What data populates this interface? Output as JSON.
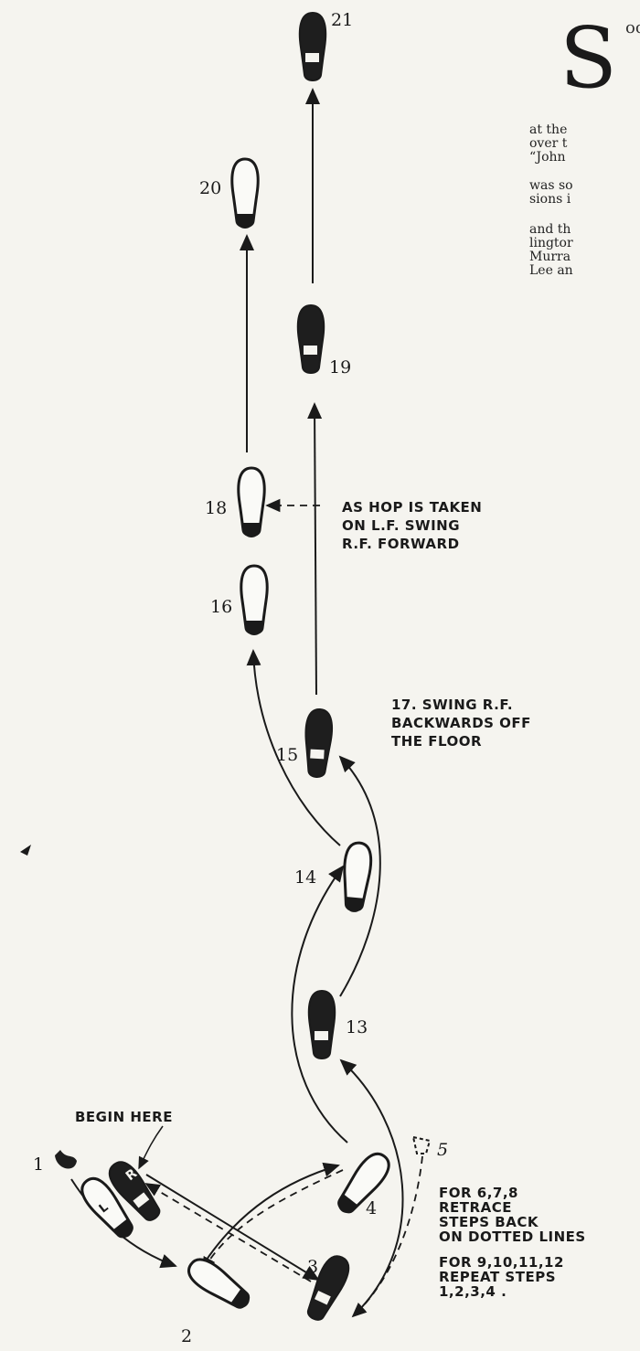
{
  "article": {
    "drop_cap": "S",
    "drop_cap_rest": "oc",
    "paragraphs": [
      [
        "at the",
        "over t",
        "“John"
      ],
      [
        "was so",
        "sions i"
      ],
      [
        "and th",
        "lingtor",
        "Murra",
        "Lee an"
      ]
    ]
  },
  "diagram": {
    "steps": {
      "s1": "1",
      "s2": "2",
      "s3": "3",
      "s4": "4",
      "s5": "5",
      "s13": "13",
      "s14": "14",
      "s15": "15",
      "s16": "16",
      "s18": "18",
      "s19": "19",
      "s20": "20",
      "s21": "21",
      "right_foot": "R",
      "left_foot": "L"
    },
    "begin_here": "BEGIN HERE",
    "hop_note": [
      "AS HOP IS TAKEN",
      "ON L.F. SWING",
      "R.F. FORWARD"
    ],
    "swing_note": [
      "17. SWING R.F.",
      "BACKWARDS OFF",
      "THE FLOOR"
    ],
    "retrace_note": [
      "FOR 6,7,8",
      "RETRACE",
      "STEPS BACK",
      "ON DOTTED LINES"
    ],
    "repeat_note": [
      "FOR 9,10,11,12",
      "REPEAT STEPS",
      "1,2,3,4 ."
    ]
  }
}
